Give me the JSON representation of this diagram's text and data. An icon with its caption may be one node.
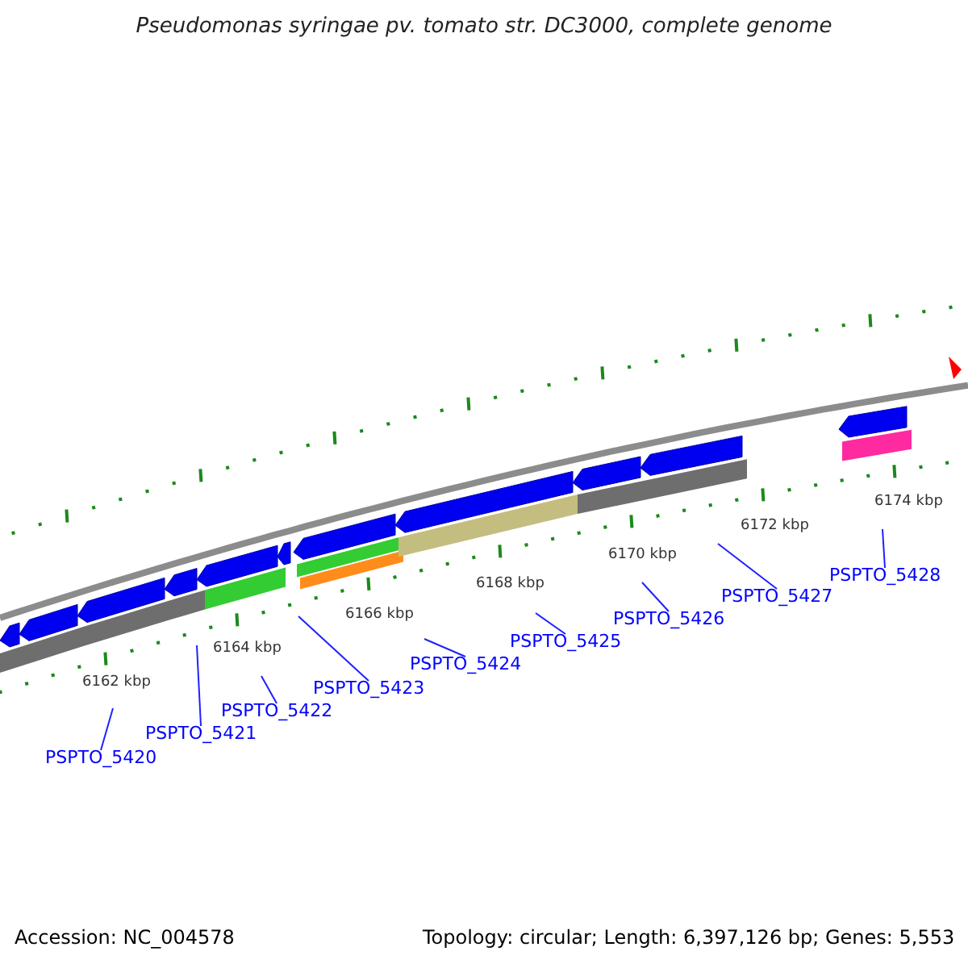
{
  "diagram": {
    "title": "Pseudomonas syringae pv. tomato str. DC3000, complete genome",
    "nodes": [
      {
        "text": [
          "PSPTO_5420"
        ]
      },
      {
        "text": [
          "PSPTO_5421"
        ]
      },
      {
        "text": [
          "PSPTO_5422"
        ]
      },
      {
        "text": [
          "PSPTO_5423"
        ]
      },
      {
        "text": [
          "PSPTO_5424"
        ]
      },
      {
        "text": [
          "PSPTO_5425"
        ]
      },
      {
        "text": [
          "PSPTO_5426"
        ]
      },
      {
        "text": [
          "PSPTO_5427"
        ]
      },
      {
        "text": [
          "PSPTO_5428"
        ]
      }
    ],
    "edges": [
      {
        "from": 0,
        "to": null,
        "arrow": "none"
      },
      {
        "from": 1,
        "to": null,
        "arrow": "none"
      },
      {
        "from": 2,
        "to": null,
        "arrow": "none"
      },
      {
        "from": 3,
        "to": null,
        "arrow": "none"
      },
      {
        "from": 4,
        "to": null,
        "arrow": "none"
      },
      {
        "from": 5,
        "to": null,
        "arrow": "none"
      },
      {
        "from": 6,
        "to": null,
        "arrow": "none"
      },
      {
        "from": 7,
        "to": null,
        "arrow": "none"
      },
      {
        "from": 8,
        "to": null,
        "arrow": "none"
      }
    ],
    "labels": [
      "6162 kbp",
      "6164 kbp",
      "6166 kbp",
      "6168 kbp",
      "6170 kbp",
      "6172 kbp",
      "6174 kbp",
      "Accession: NC_004578",
      "Topology: circular; Length: 6,397,126 bp; Genes: 5,553"
    ]
  }
}
